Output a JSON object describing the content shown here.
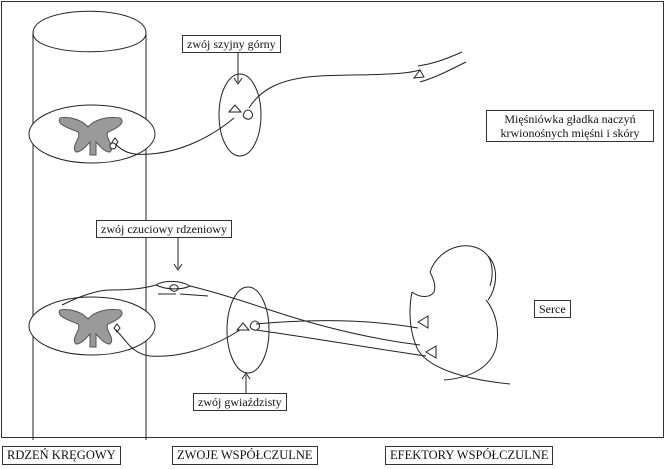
{
  "labels": {
    "ganglion_cervical": "zwój szyjny górny",
    "smooth_muscle_line1": "Mięśniówka gładka naczyń",
    "smooth_muscle_line2": "krwionośnych mięśni i skóry",
    "sensory_ganglion": "zwój czuciowy rdzeniowy",
    "heart": "Serce",
    "stellate_ganglion": "zwój gwiaździsty"
  },
  "bottom_labels": {
    "spinal_cord": "RDZEŃ KRĘGOWY",
    "ganglia": "ZWOJE WSPÓŁCZULNE",
    "effectors": "EFEKTORY WSPÓŁCZULNE"
  },
  "colors": {
    "grey_matter": "#9a9a9a",
    "line": "#222222"
  }
}
